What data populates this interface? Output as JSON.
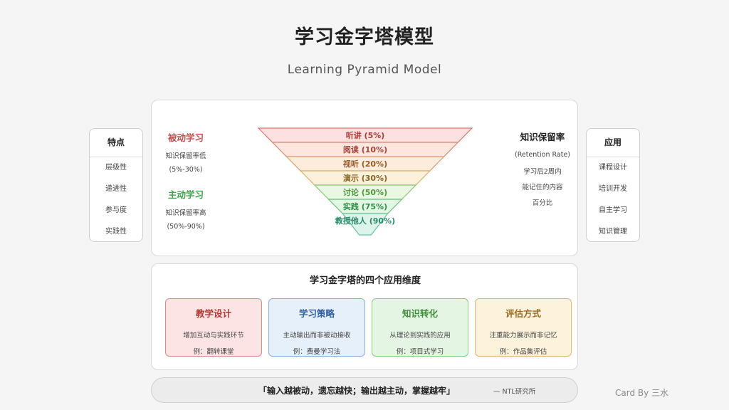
{
  "title": "学习金字塔模型",
  "subtitle": "Learning Pyramid Model",
  "features": {
    "heading": "特点",
    "items": [
      "层级性",
      "递进性",
      "参与度",
      "实践性"
    ]
  },
  "applications": {
    "heading": "应用",
    "items": [
      "课程设计",
      "培训开发",
      "自主学习",
      "知识管理"
    ]
  },
  "passive": {
    "title": "被动学习",
    "desc": "知识保留率低",
    "range": "(5%-30%)",
    "color": "#c0504d"
  },
  "active": {
    "title": "主动学习",
    "desc": "知识保留率高",
    "range": "(50%-90%)",
    "color": "#3fa34d"
  },
  "retention": {
    "title": "知识保留率",
    "subtitle": "(Retention Rate)",
    "lines": [
      "学习后2周内",
      "能记住的内容",
      "百分比"
    ]
  },
  "pyramid": {
    "tiers": [
      {
        "label": "听讲 (5%)",
        "fill": "#fde0e0",
        "stroke": "#d9776f",
        "text": "#b23a35"
      },
      {
        "label": "阅读 (10%)",
        "fill": "#fde6df",
        "stroke": "#d98a6f",
        "text": "#a8453a"
      },
      {
        "label": "视听 (20%)",
        "fill": "#fdebdc",
        "stroke": "#d9a06f",
        "text": "#9a5a2a"
      },
      {
        "label": "演示 (30%)",
        "fill": "#fdf1dc",
        "stroke": "#d9b06f",
        "text": "#8a6424"
      },
      {
        "label": "讨论 (50%)",
        "fill": "#eaf7e2",
        "stroke": "#8cc77a",
        "text": "#4c9a3c"
      },
      {
        "label": "实践 (75%)",
        "fill": "#e2f6e4",
        "stroke": "#6ec07e",
        "text": "#2f8f45"
      },
      {
        "label": "教授他人 (90%)",
        "fill": "#dcf4ea",
        "stroke": "#6cc2a0",
        "text": "#2a8a6a"
      }
    ]
  },
  "dimensions": {
    "title": "学习金字塔的四个应用维度",
    "items": [
      {
        "name": "教学设计",
        "line1": "增加互动与实践环节",
        "line2": "例：翻转课堂",
        "bg": "#fde4e4",
        "border": "#d98a8a",
        "color": "#b23a35"
      },
      {
        "name": "学习策略",
        "line1": "主动输出而非被动接收",
        "line2": "例：费曼学习法",
        "bg": "#e6f0fb",
        "border": "#8aaed6",
        "color": "#2f5f9e"
      },
      {
        "name": "知识转化",
        "line1": "从理论到实践的应用",
        "line2": "例：项目式学习",
        "bg": "#e5f5e3",
        "border": "#8ccb8a",
        "color": "#3d8f3a"
      },
      {
        "name": "评估方式",
        "line1": "注重能力展示而非记忆",
        "line2": "例：作品集评估",
        "bg": "#fdf3dc",
        "border": "#d9b87a",
        "color": "#9a6a22"
      }
    ]
  },
  "quote": {
    "text": "「输入越被动，遗忘越快；输出越主动，掌握越牢」",
    "source": "— NTL研究所"
  },
  "credit": "Card By 三水"
}
